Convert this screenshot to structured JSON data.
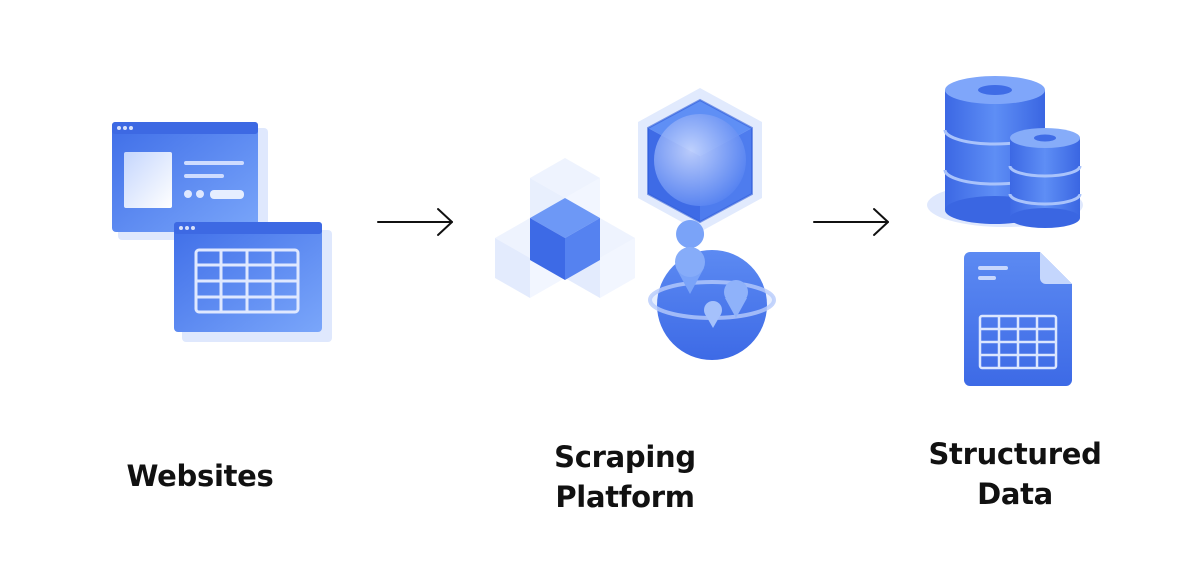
{
  "stages": [
    {
      "id": "websites",
      "label": "Websites"
    },
    {
      "id": "scraping",
      "label": "Scraping\nPlatform"
    },
    {
      "id": "structured",
      "label": "Structured\nData"
    }
  ],
  "colors": {
    "primary": "#4a78ee",
    "primary_light": "#7ea6f8",
    "pale": "#dbe6fd",
    "text": "#111111",
    "arrow": "#111111"
  },
  "icons": [
    "browser-window-icon",
    "table-window-icon",
    "cube-icon",
    "globe-pins-icon",
    "database-icon",
    "spreadsheet-file-icon",
    "arrow-right-icon"
  ]
}
